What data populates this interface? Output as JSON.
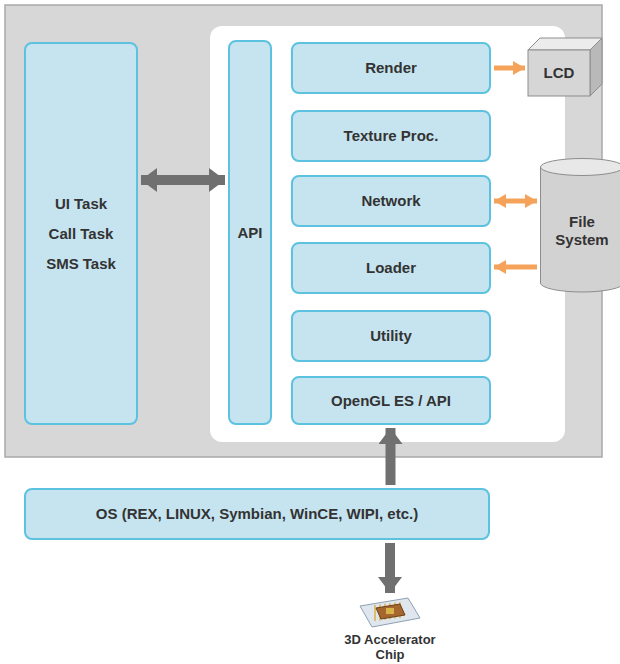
{
  "diagram": {
    "nodes": [
      {
        "text": [
          "UI Task",
          "Call Task",
          "SMS Task"
        ]
      },
      {
        "text": [
          "API"
        ]
      },
      {
        "text": [
          "Render"
        ]
      },
      {
        "text": [
          "LCD"
        ]
      },
      {
        "text": [
          "Texture Proc."
        ]
      },
      {
        "text": [
          "Network"
        ]
      },
      {
        "text": [
          "File System"
        ]
      },
      {
        "text": [
          "Loader"
        ]
      },
      {
        "text": [
          "Utility"
        ]
      },
      {
        "text": [
          "OpenGL ES / API"
        ]
      },
      {
        "text": [
          "OS (REX, LINUX, Symbian, WinCE, WIPI, etc.)"
        ]
      },
      {
        "text": [
          "3D Accelerator Chip"
        ]
      }
    ],
    "edges": [
      {
        "from": 0,
        "to": 1,
        "arrow": "both"
      },
      {
        "from": 2,
        "to": 3,
        "arrow": "to"
      },
      {
        "from": 5,
        "to": 6,
        "arrow": "both"
      },
      {
        "from": 6,
        "to": 7,
        "arrow": "to"
      },
      {
        "from": 10,
        "to": 9,
        "arrow": "to"
      },
      {
        "from": 10,
        "to": 11,
        "arrow": "to"
      }
    ]
  }
}
